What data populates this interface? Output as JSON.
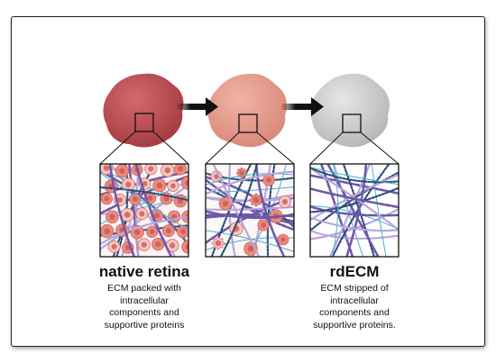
{
  "stages": [
    {
      "title": "native retina",
      "description_lines": [
        "ECM packed with",
        "intracellular",
        "components and",
        "supportive proteins"
      ],
      "tissue_color": "#b84a4e"
    },
    {
      "title": "",
      "description_lines": [],
      "tissue_color": "#e29a8e"
    },
    {
      "title": "rdECM",
      "description_lines": [
        "ECM stripped of",
        "intracellular",
        "components and",
        "supportive proteins."
      ],
      "tissue_color": "#cfcfcf"
    }
  ],
  "colors": {
    "cell_fill": "#e98a80",
    "cell_nucleus": "#c9534e",
    "cell_light": "#f4c4c0",
    "fiber_purple": "#6e57a8",
    "fiber_lavender": "#b7a6de",
    "fiber_dark_blue": "#2a4f7a",
    "fiber_teal": "#4bb0c8",
    "arrow": "#111111"
  }
}
